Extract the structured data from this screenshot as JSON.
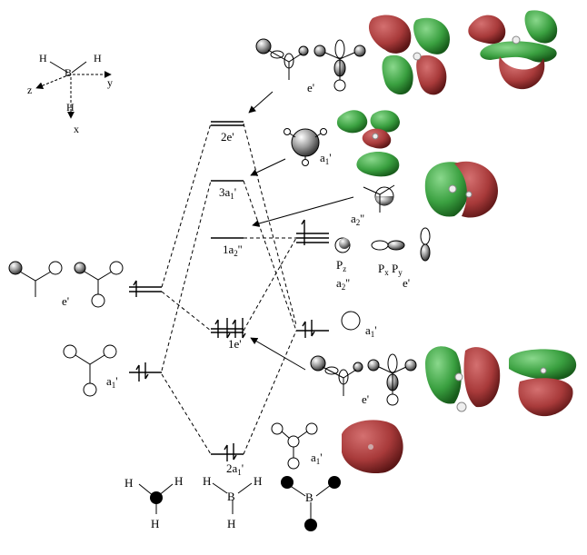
{
  "axes": {
    "h1": "H",
    "h2": "H",
    "b": "B",
    "z": "z",
    "y": "y",
    "x": "x"
  },
  "mo_levels": {
    "2e": "2e'",
    "3a1": "3a",
    "3a1_sub": "1",
    "3a1_prime": "'",
    "1a2": "1a",
    "1a2_sub": "2",
    "1a2_prime": "''",
    "1e": "1e'",
    "2a1": "2a",
    "2a1_sub": "1",
    "2a1_prime": "'"
  },
  "left_fragments": {
    "e_label": "e'",
    "a1_label": "a",
    "a1_sub": "1",
    "a1_prime": "'"
  },
  "right_fragments": {
    "pz_label": "P",
    "pz_sub": "z",
    "a2_label": "a",
    "a2_sub": "2",
    "a2_prime": "''",
    "pxpy_label_p1": "P",
    "pxpy_sub1": "x",
    "pxpy_label_p2": " P",
    "pxpy_sub2": "y",
    "e_label": "e'",
    "s_a1_label": "a",
    "s_a1_sub": "1",
    "s_a1_prime": "'"
  },
  "sketch_labels": {
    "e_top": "e'",
    "a1_mid": "a",
    "a1_mid_sub": "1",
    "a1_mid_prime": "'",
    "a2_mid": "a",
    "a2_mid_sub": "2",
    "a2_mid_prime": "''",
    "e_bottom": "e'",
    "a1_bottom": "a",
    "a1_bottom_sub": "1",
    "a1_bottom_prime": "'"
  },
  "molecules": {
    "bh3_h1": "H",
    "bh3_h2": "H",
    "bh3_b": "B",
    "bh3_h3": "H",
    "h3_h1": "H",
    "h3_h2": "H",
    "h3_h3": "H",
    "b_frag": "B"
  },
  "colors": {
    "lobe_red": "#a83a3a",
    "lobe_red_dark": "#6e1f1f",
    "lobe_green": "#3aa040",
    "lobe_green_dark": "#1f6a24",
    "ink": "#000000"
  }
}
